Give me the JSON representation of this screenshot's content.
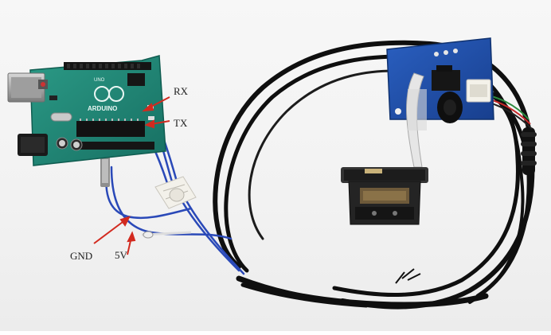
{
  "labels": {
    "rx": "RX",
    "tx": "TX",
    "gnd": "GND",
    "v5": "5V"
  },
  "board_text": {
    "brand": "ARDUINO",
    "model": "UNO"
  },
  "colors": {
    "background": "#f4f4f4",
    "arduino_pcb": "#1f8a7a",
    "reader_pcb": "#1d4ea8",
    "cable": "#111111",
    "jumper_wire": "#2a49b8",
    "arrow": "#d22a1f"
  }
}
